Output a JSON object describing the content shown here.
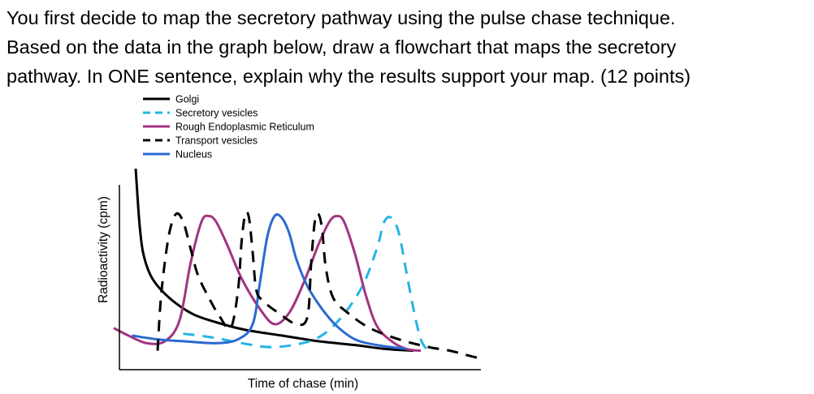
{
  "question": {
    "lines": [
      "You first decide to map the secretory pathway using the pulse chase technique.",
      "Based on the data in the graph below, draw a flowchart that maps the secretory",
      "pathway. In ONE sentence, explain why the results support your map. (12 points)"
    ]
  },
  "chart_data": {
    "type": "line",
    "title": "",
    "xlabel": "Time of chase (min)",
    "ylabel": "Radioactivity (cpm)",
    "xlim": [
      0,
      100
    ],
    "ylim": [
      0,
      100
    ],
    "ticks_shown": false,
    "legend_position": "top-left",
    "series": [
      {
        "name": "Golgi",
        "color": "#000000",
        "style": "solid",
        "points": [
          [
            6,
            100
          ],
          [
            7,
            72
          ],
          [
            8,
            56
          ],
          [
            10,
            44
          ],
          [
            13,
            36
          ],
          [
            17,
            29
          ],
          [
            22,
            23
          ],
          [
            28,
            19
          ],
          [
            36,
            15
          ],
          [
            46,
            12
          ],
          [
            56,
            9
          ],
          [
            66,
            7
          ],
          [
            74,
            5
          ],
          [
            82,
            4
          ]
        ]
      },
      {
        "name": "Secretory vesicles",
        "color": "#25b4e6",
        "style": "dashed",
        "points": [
          [
            19,
            13
          ],
          [
            27,
            11
          ],
          [
            35,
            8
          ],
          [
            42,
            6
          ],
          [
            49,
            7
          ],
          [
            56,
            11
          ],
          [
            62,
            21
          ],
          [
            68,
            38
          ],
          [
            72,
            58
          ],
          [
            74,
            72
          ],
          [
            76,
            74
          ],
          [
            78,
            66
          ],
          [
            80,
            46
          ],
          [
            82,
            26
          ],
          [
            84,
            10
          ],
          [
            86,
            4
          ]
        ]
      },
      {
        "name": "Rough Endoplasmic Reticulum",
        "color": "#a23381",
        "style": "solid",
        "points": [
          [
            0,
            16
          ],
          [
            4,
            12
          ],
          [
            9,
            8
          ],
          [
            14,
            9
          ],
          [
            18,
            20
          ],
          [
            21,
            50
          ],
          [
            24,
            72
          ],
          [
            26,
            75
          ],
          [
            28,
            72
          ],
          [
            31,
            60
          ],
          [
            35,
            42
          ],
          [
            40,
            26
          ],
          [
            44,
            18
          ],
          [
            48,
            24
          ],
          [
            52,
            40
          ],
          [
            56,
            60
          ],
          [
            59,
            72
          ],
          [
            61,
            75
          ],
          [
            63,
            72
          ],
          [
            66,
            55
          ],
          [
            69,
            33
          ],
          [
            72,
            17
          ],
          [
            76,
            9
          ],
          [
            80,
            5
          ],
          [
            84,
            4
          ]
        ]
      },
      {
        "name": "Transport vesicles",
        "color": "#000000",
        "style": "dashed",
        "points": [
          [
            12,
            4
          ],
          [
            13,
            34
          ],
          [
            15,
            64
          ],
          [
            17,
            76
          ],
          [
            19,
            72
          ],
          [
            21,
            58
          ],
          [
            23,
            44
          ],
          [
            26,
            32
          ],
          [
            29,
            22
          ],
          [
            32,
            16
          ],
          [
            34,
            36
          ],
          [
            35,
            62
          ],
          [
            36,
            76
          ],
          [
            37,
            74
          ],
          [
            38,
            56
          ],
          [
            39,
            36
          ],
          [
            41,
            30
          ],
          [
            45,
            24
          ],
          [
            50,
            18
          ],
          [
            53,
            22
          ],
          [
            54,
            50
          ],
          [
            55,
            72
          ],
          [
            56,
            76
          ],
          [
            57,
            68
          ],
          [
            58,
            48
          ],
          [
            60,
            32
          ],
          [
            64,
            24
          ],
          [
            70,
            16
          ],
          [
            78,
            10
          ],
          [
            86,
            6
          ],
          [
            92,
            4
          ],
          [
            96,
            2
          ],
          [
            100,
            0
          ]
        ]
      },
      {
        "name": "Nucleus",
        "color": "#2a6ad0",
        "style": "solid",
        "points": [
          [
            5,
            12
          ],
          [
            12,
            10
          ],
          [
            19,
            9
          ],
          [
            28,
            8
          ],
          [
            34,
            10
          ],
          [
            38,
            18
          ],
          [
            40,
            40
          ],
          [
            42,
            64
          ],
          [
            44,
            75
          ],
          [
            46,
            74
          ],
          [
            48,
            66
          ],
          [
            50,
            52
          ],
          [
            53,
            38
          ],
          [
            57,
            26
          ],
          [
            61,
            17
          ],
          [
            66,
            10
          ],
          [
            72,
            7
          ],
          [
            80,
            5
          ]
        ]
      }
    ]
  }
}
